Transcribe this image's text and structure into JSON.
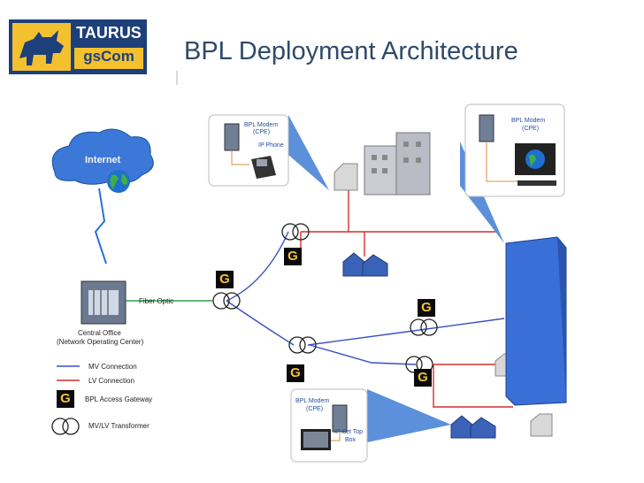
{
  "header": {
    "title": "BPL Deployment Architecture",
    "logo_top": "TAURUS",
    "logo_bottom": "gsCom"
  },
  "cloud": {
    "label": "Internet"
  },
  "links": {
    "fiber_optic": "Fiber Optic"
  },
  "central_office": {
    "line1": "Central Office",
    "line2": "(Network Operating Center)"
  },
  "gateway_letter": "G",
  "callouts": {
    "top_left": {
      "modem_line1": "BPL Modem",
      "modem_line2": "(CPE)",
      "device": "IP Phone"
    },
    "top_right": {
      "modem_line1": "BPL Modem",
      "modem_line2": "(CPE)"
    },
    "bottom": {
      "modem_line1": "BPL Modem",
      "modem_line2": "(CPE)",
      "device_line1": "IP Set Top",
      "device_line2": "Box"
    }
  },
  "legend": {
    "mv": "MV Connection",
    "lv": "LV Connection",
    "gateway": "BPL Access Gateway",
    "transformer": "MV/LV Transformer",
    "colors": {
      "mv": "#3a4fc4",
      "lv": "#d22f2f",
      "fiber": "#2fa04a"
    }
  }
}
